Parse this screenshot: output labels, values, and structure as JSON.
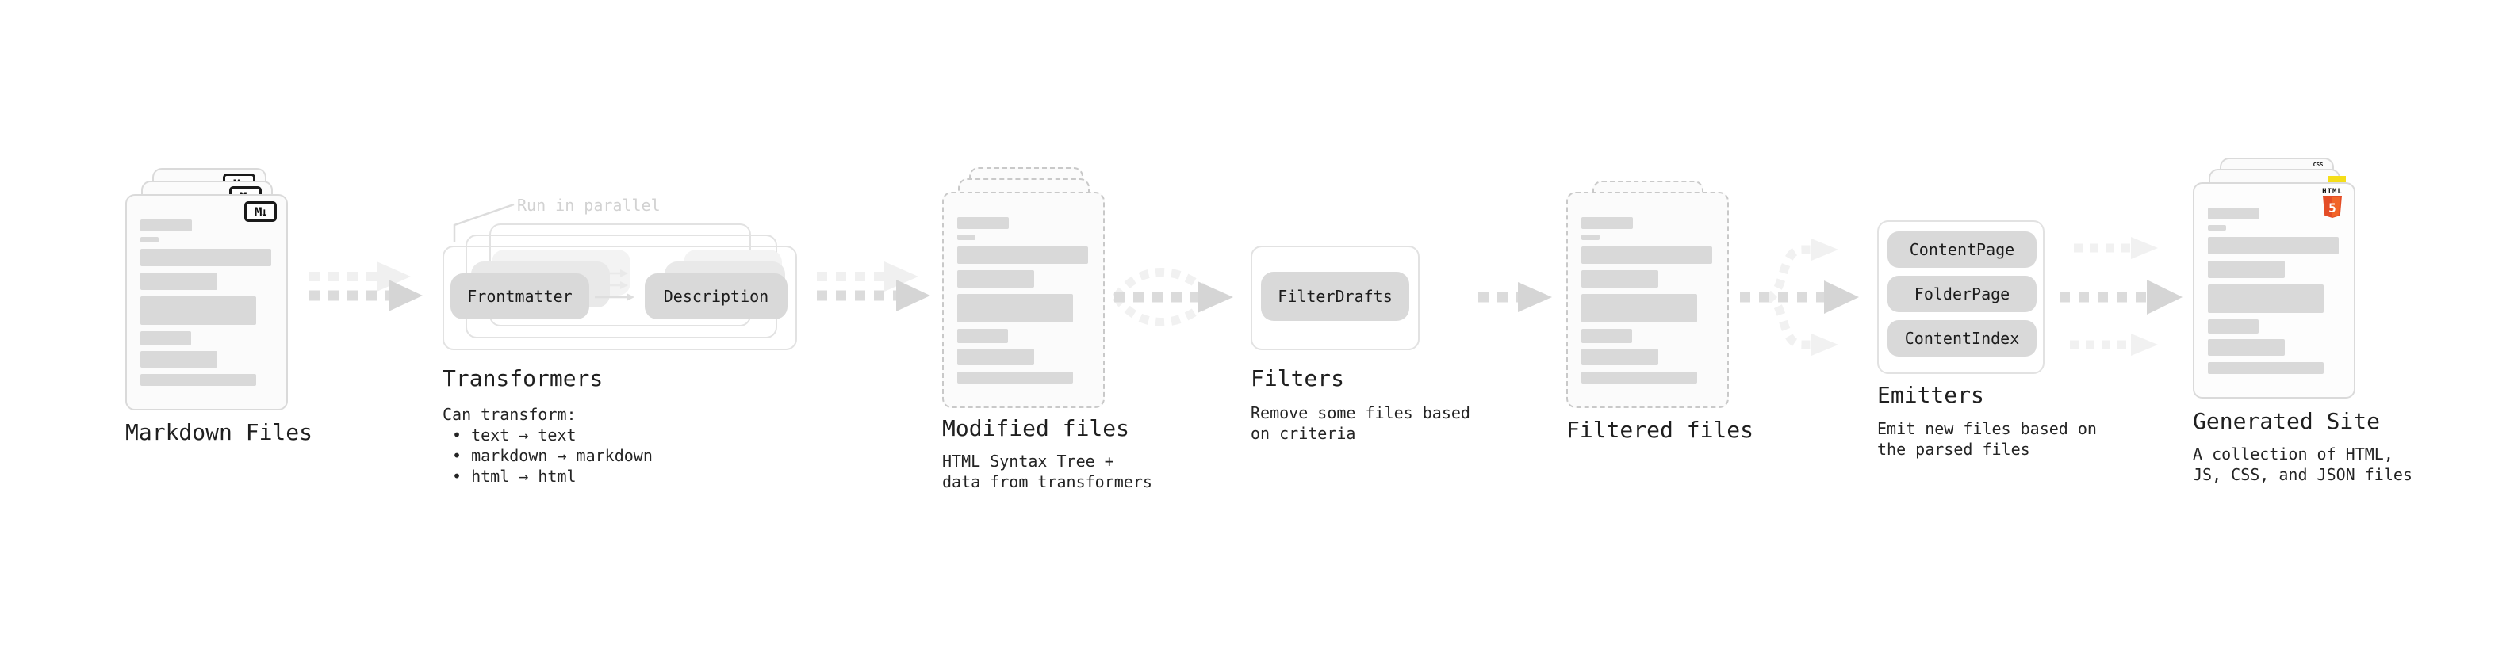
{
  "markdown": {
    "label": "Markdown Files",
    "badge": "M↓"
  },
  "transformers": {
    "note": "Run in parallel",
    "pill_left": "Frontmatter",
    "pill_right": "Description",
    "title": "Transformers",
    "desc_title": "Can transform:",
    "bullets": [
      "• text → text",
      "• markdown → markdown",
      "• html → html"
    ]
  },
  "modified": {
    "label": "Modified files",
    "desc1": "HTML Syntax Tree +",
    "desc2": "data from transformers"
  },
  "filters": {
    "pill": "FilterDrafts",
    "title": "Filters",
    "desc1": "Remove some files based",
    "desc2": "on criteria"
  },
  "filtered": {
    "label": "Filtered files"
  },
  "emitters": {
    "pills": [
      "ContentPage",
      "FolderPage",
      "ContentIndex"
    ],
    "title": "Emitters",
    "desc1": "Emit new files based on",
    "desc2": "the parsed files"
  },
  "generated": {
    "label": "Generated Site",
    "desc1": "A collection of HTML,",
    "desc2": "JS, CSS, and JSON files",
    "css_badge": "CSS",
    "html_badge_text": "HTML",
    "html_badge_number": "5"
  },
  "colors": {
    "html5_orange": "#E44D26",
    "html5_orange_light": "#F16529",
    "js_yellow": "#F5DE19",
    "css_blue": "#2965F1"
  }
}
